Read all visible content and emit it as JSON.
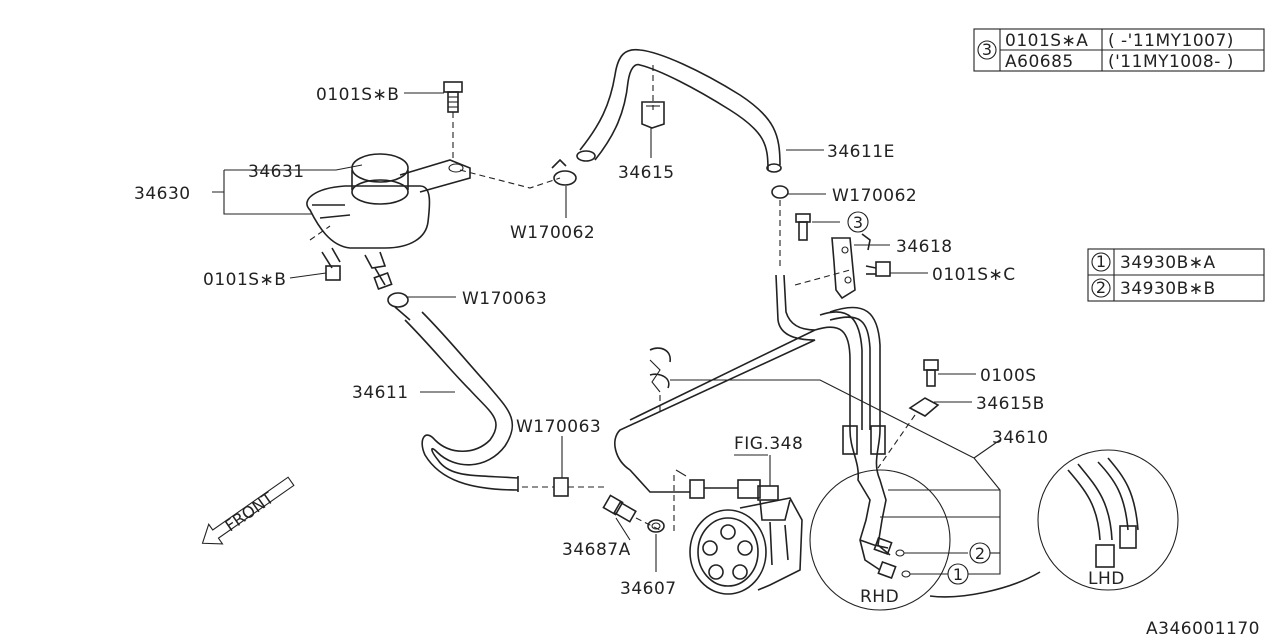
{
  "labels": {
    "bolt_b_top": "0101S∗B",
    "cap_34631": "34631",
    "tank_34630": "34630",
    "bolt_b_lower": "0101S∗B",
    "clamp_w170062_a": "W170062",
    "clamp_w170063_a": "W170063",
    "hose_34611": "34611",
    "clamp_w170063_b": "W170063",
    "clip_34615": "34615",
    "hose_34611e": "34611E",
    "clamp_w170062_b": "W170062",
    "bracket_34618": "34618",
    "bolt_c": "0101S∗C",
    "bolt_0100s": "0100S",
    "clip_34615b": "34615B",
    "assy_34610": "34610",
    "fig_348": "FIG.348",
    "union_34687a": "34687A",
    "gasket_34607": "34607",
    "rhd": "RHD",
    "lhd": "LHD",
    "front": "FRONT",
    "drawing_no": "A346001170"
  },
  "callouts": {
    "c1": "1",
    "c2": "2",
    "c3": "3"
  },
  "table_top": {
    "ref": "3",
    "rows": [
      {
        "part": "0101S∗A",
        "range": "( -'11MY1007)"
      },
      {
        "part": "A60685",
        "range": "('11MY1008- )"
      }
    ]
  },
  "table_right": {
    "rows": [
      {
        "ref": "1",
        "part": "34930B∗A"
      },
      {
        "ref": "2",
        "part": "34930B∗B"
      }
    ]
  }
}
